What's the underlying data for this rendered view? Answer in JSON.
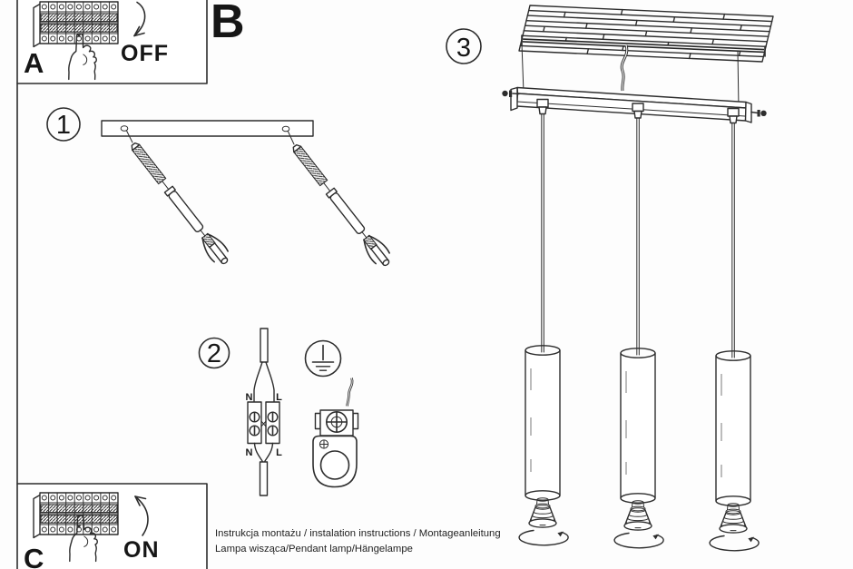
{
  "document": {
    "type": "pendant-lamp-installation-sheet",
    "footer": {
      "line1": "Instrukcja montażu / instalation instructions / Montageanleitung",
      "line2": "Lampa wisząca/Pendant lamp/Hängelampe"
    }
  },
  "labels": {
    "a": "A",
    "b": "B",
    "c": "C",
    "off": "OFF",
    "on": "ON"
  },
  "steps": {
    "s1": "1",
    "s2": "2",
    "s3": "3"
  },
  "wiring": {
    "n_top": "N",
    "l_top": "L",
    "n_bottom": "N",
    "l_bottom": "L"
  },
  "icons": {
    "breaker": "circuit-breaker-panel",
    "hand": "pressing-hand",
    "earth": "earth-ground-symbol",
    "screw": "screw-with-wall-plug",
    "bulb": "gu10-bulb",
    "rotate": "rotate-clockwise-arrow"
  },
  "colors": {
    "line": "#2d2d2d",
    "text": "#161616",
    "background": "#fdfdfd"
  }
}
